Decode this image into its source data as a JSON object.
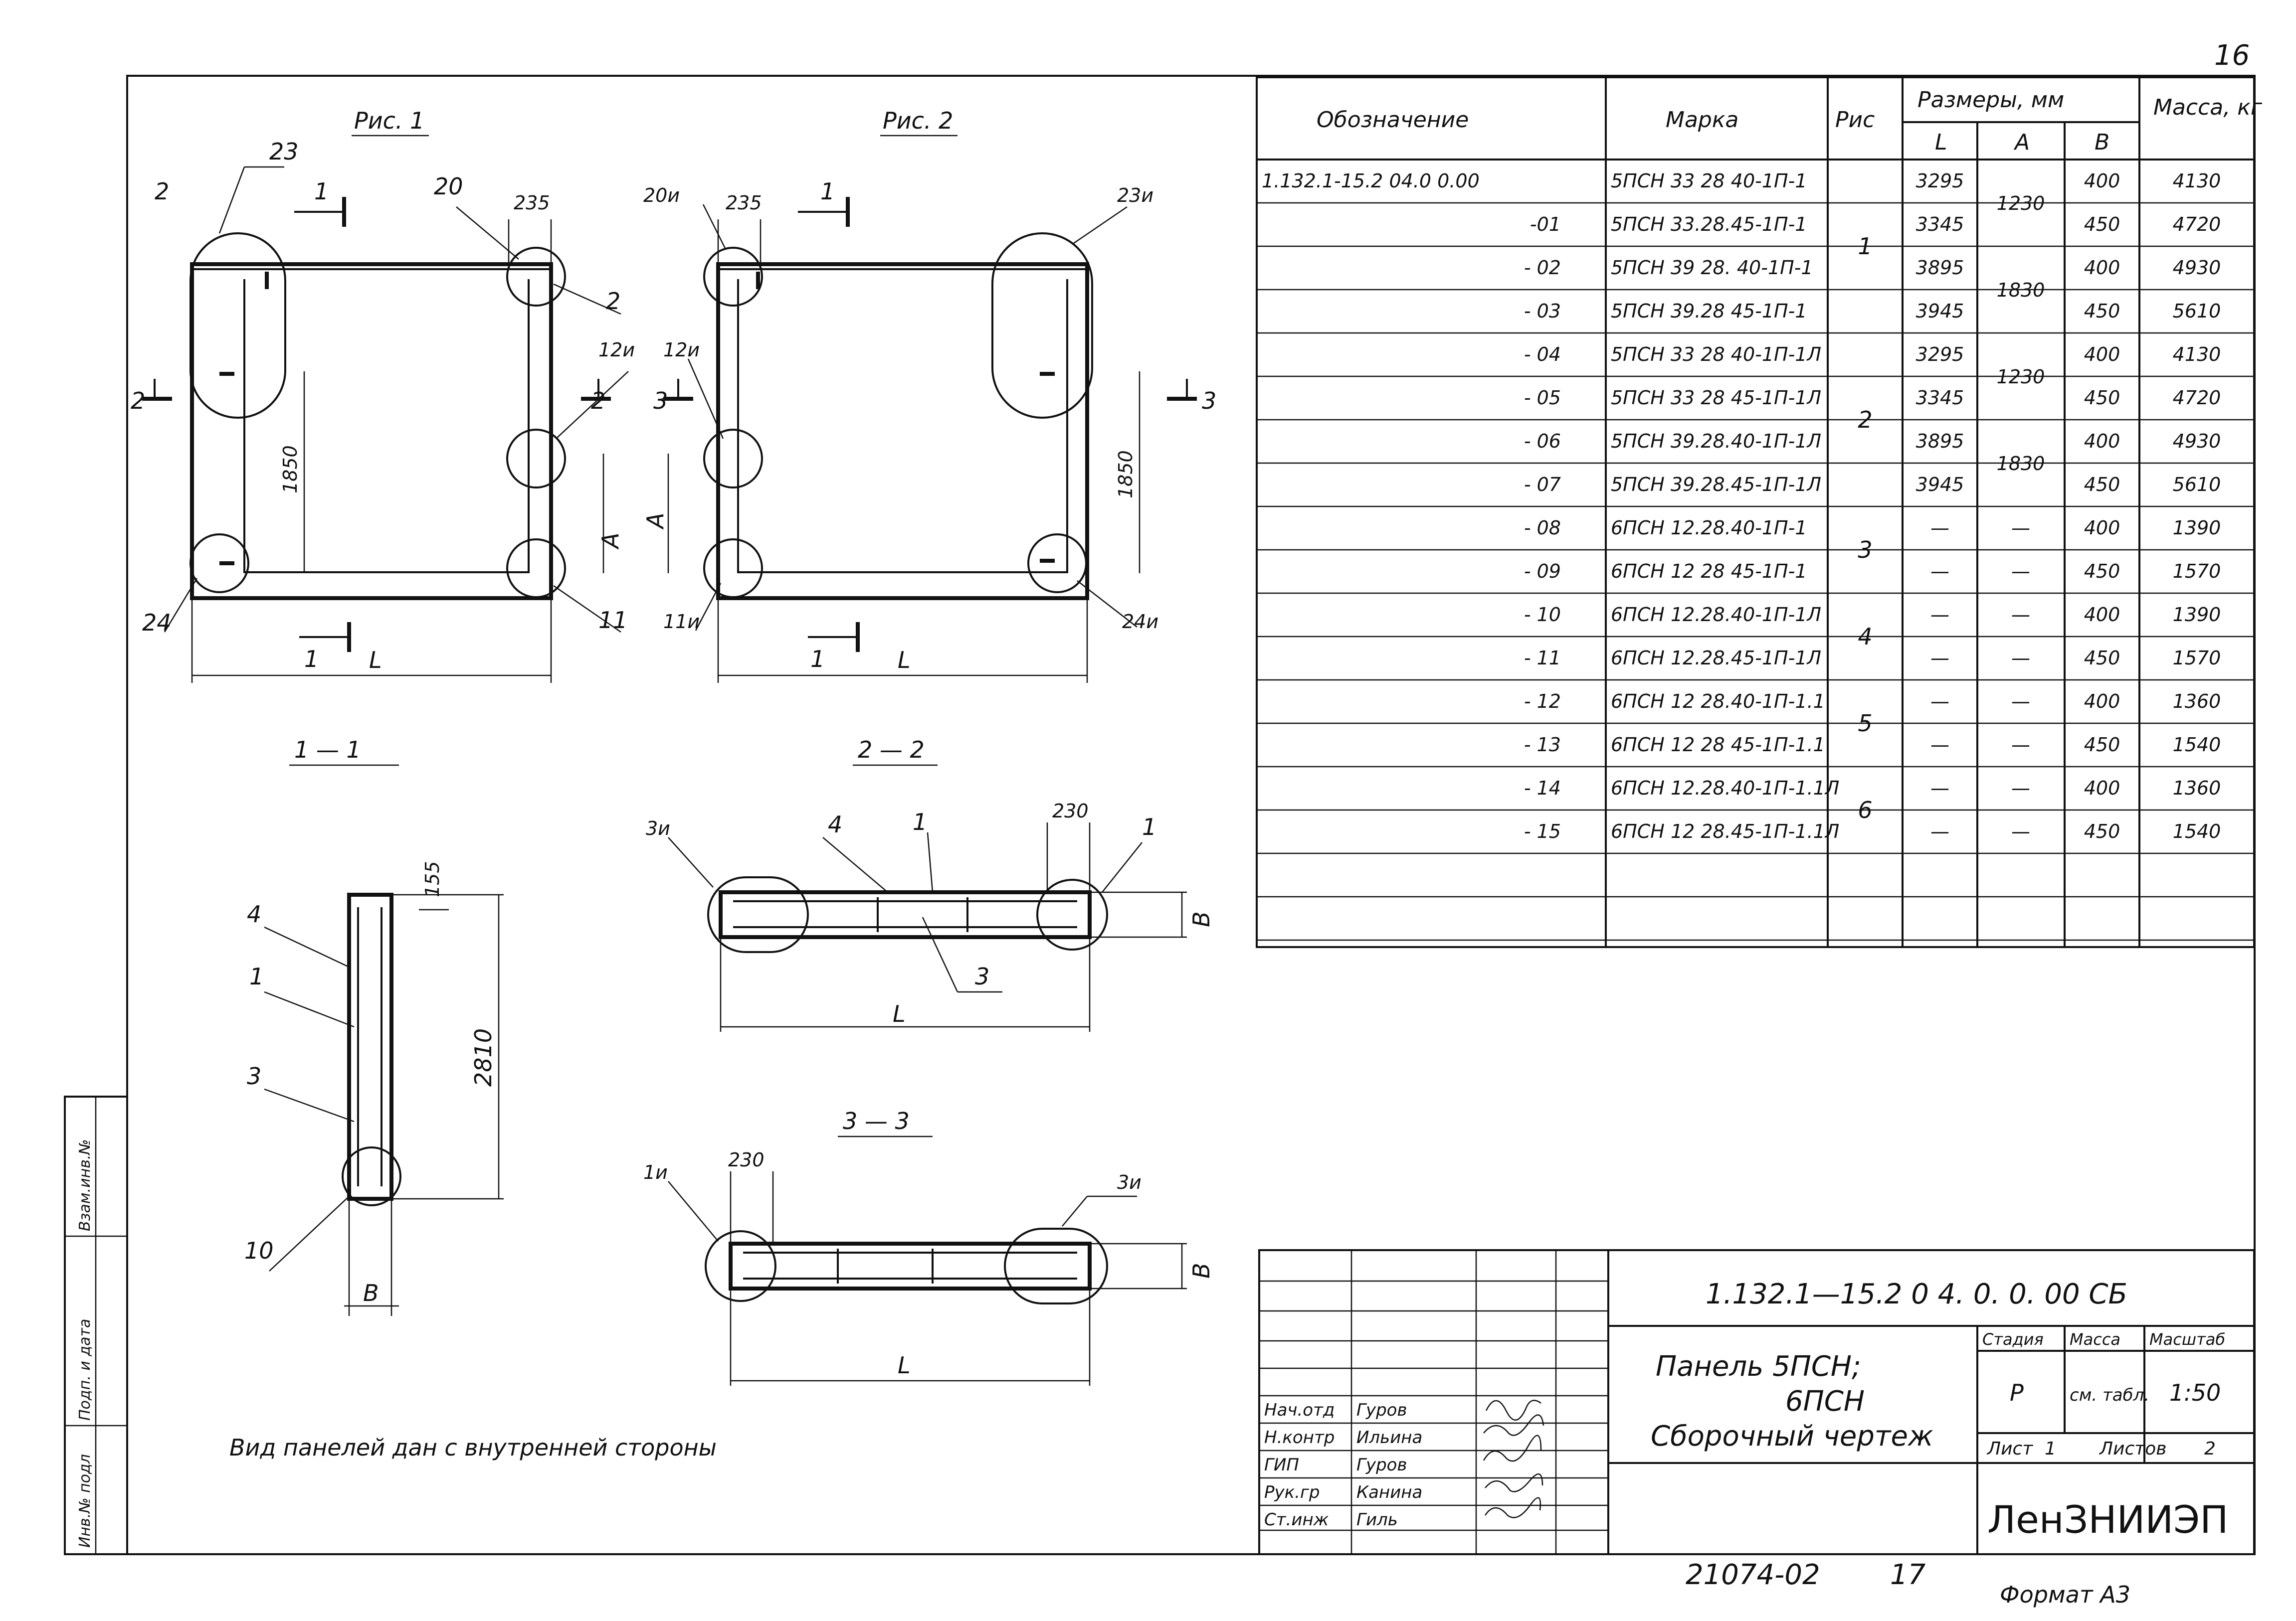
{
  "page_number": "16",
  "figures": {
    "fig1_title": "Рис. 1",
    "fig2_title": "Рис. 2",
    "fig1": {
      "callouts": [
        "23",
        "2",
        "1",
        "20",
        "235",
        "2",
        "12и",
        "2",
        "1850",
        "A",
        "24",
        "1",
        "L",
        "11",
        "2",
        "1"
      ],
      "notes": []
    },
    "fig2": {
      "callouts": [
        "20и",
        "235",
        "1",
        "23и",
        "12и",
        "3",
        "1850",
        "A",
        "11и",
        "1",
        "L",
        "24и",
        "3"
      ]
    },
    "sec11": {
      "title": "1 — 1",
      "labels": [
        "4",
        "1",
        "3",
        "10",
        "155",
        "2810",
        "B"
      ]
    },
    "sec22": {
      "title": "2 — 2",
      "labels": [
        "3и",
        "4",
        "1",
        "230",
        "1",
        "3",
        "L",
        "B"
      ]
    },
    "sec33": {
      "title": "3 — 3",
      "labels": [
        "1и",
        "230",
        "3и",
        "L",
        "B"
      ]
    },
    "note": "Вид панелей дан с внутренней стороны"
  },
  "table": {
    "headers": {
      "designation": "Обозначение",
      "mark": "Марка",
      "fig": "Рис",
      "sizes": "Размеры, мм",
      "L": "L",
      "A": "A",
      "B": "B",
      "mass": "Масса, кг"
    },
    "rows": [
      {
        "designation": "1.132.1-15.2  04.0 0.00",
        "mark": "5ПСН 33 28 40-1П-1",
        "L": "3295",
        "B": "400",
        "mass": "4130"
      },
      {
        "designation": "-01",
        "mark": "5ПСН 33.28.45-1П-1",
        "L": "3345",
        "B": "450",
        "mass": "4720"
      },
      {
        "designation": "- 02",
        "mark": "5ПСН 39 28. 40-1П-1",
        "L": "3895",
        "B": "400",
        "mass": "4930"
      },
      {
        "designation": "- 03",
        "mark": "5ПСН 39.28 45-1П-1",
        "L": "3945",
        "B": "450",
        "mass": "5610"
      },
      {
        "designation": "- 04",
        "mark": "5ПСН 33 28 40-1П-1Л",
        "L": "3295",
        "B": "400",
        "mass": "4130"
      },
      {
        "designation": "- 05",
        "mark": "5ПСН 33 28 45-1П-1Л",
        "L": "3345",
        "B": "450",
        "mass": "4720"
      },
      {
        "designation": "- 06",
        "mark": "5ПСН 39.28.40-1П-1Л",
        "L": "3895",
        "B": "400",
        "mass": "4930"
      },
      {
        "designation": "- 07",
        "mark": "5ПСН 39.28.45-1П-1Л",
        "L": "3945",
        "B": "450",
        "mass": "5610"
      },
      {
        "designation": "- 08",
        "mark": "6ПСН 12.28.40-1П-1",
        "L": "—",
        "A": "—",
        "B": "400",
        "mass": "1390"
      },
      {
        "designation": "- 09",
        "mark": "6ПСН 12 28 45-1П-1",
        "L": "—",
        "A": "—",
        "B": "450",
        "mass": "1570"
      },
      {
        "designation": "- 10",
        "mark": "6ПСН 12.28.40-1П-1Л",
        "L": "—",
        "A": "—",
        "B": "400",
        "mass": "1390"
      },
      {
        "designation": "- 11",
        "mark": "6ПСН 12.28.45-1П-1Л",
        "L": "—",
        "A": "—",
        "B": "450",
        "mass": "1570"
      },
      {
        "designation": "- 12",
        "mark": "6ПСН 12 28.40-1П-1.1",
        "L": "—",
        "A": "—",
        "B": "400",
        "mass": "1360"
      },
      {
        "designation": "- 13",
        "mark": "6ПСН 12 28 45-1П-1.1",
        "L": "—",
        "A": "—",
        "B": "450",
        "mass": "1540"
      },
      {
        "designation": "- 14",
        "mark": "6ПСН 12.28.40-1П-1.1Л",
        "L": "—",
        "A": "—",
        "B": "400",
        "mass": "1360"
      },
      {
        "designation": "- 15",
        "mark": "6ПСН 12 28.45-1П-1.1Л",
        "L": "—",
        "A": "—",
        "B": "450",
        "mass": "1540"
      }
    ],
    "merged_A": [
      "1230",
      "1830",
      "1230",
      "1830"
    ],
    "merged_fig": [
      "1",
      "2",
      "3",
      "4",
      "5",
      "6"
    ]
  },
  "title_block": {
    "code": "1.132.1—15.2  0 4. 0. 0. 00 СБ",
    "title_line1": "Панель 5ПСН;",
    "title_line2": "6ПСН",
    "title_line3": "Сборочный  чертеж",
    "stage_label": "Стадия",
    "mass_label": "Масса",
    "scale_label": "Масштаб",
    "stage": "Р",
    "mass": "см. табл.",
    "scale": "1:50",
    "sheet_label": "Лист",
    "sheet": "1",
    "sheets_label": "Листов",
    "sheets": "2",
    "organization": "ЛенЗНИИЭП",
    "people": [
      {
        "role": "Нач.отд",
        "name": "Гуров"
      },
      {
        "role": "Н.контр",
        "name": "Ильина"
      },
      {
        "role": "ГИП",
        "name": "Гуров"
      },
      {
        "role": "Рук.гр",
        "name": "Канина"
      },
      {
        "role": "Ст.инж",
        "name": "Гиль"
      }
    ]
  },
  "side_stamp": [
    "Инв.№ подл",
    "Подп. и дата",
    "Взам.инв.№"
  ],
  "footer": {
    "doc_no": "21074-02",
    "copy": "17",
    "format": "Формат А3"
  }
}
